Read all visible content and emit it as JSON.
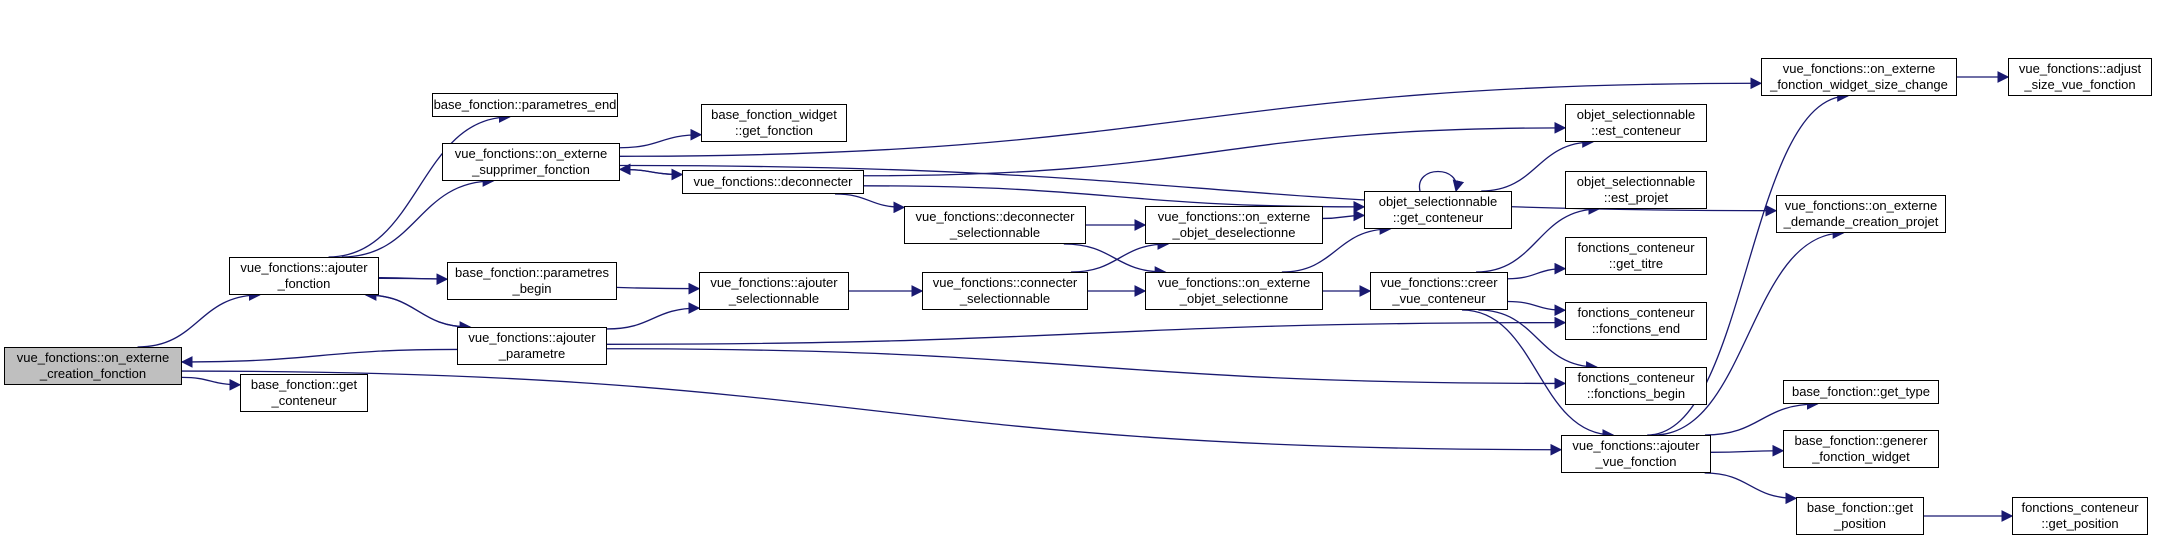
{
  "colors": {
    "edge": "#191970",
    "node_border": "#000000",
    "root_fill": "#bfbfbf",
    "node_fill": "#ffffff"
  },
  "nodes": {
    "n0": {
      "lines": [
        "vue_fonctions::on_externe",
        "_creation_fonction"
      ]
    },
    "n1": {
      "lines": [
        "vue_fonctions::ajouter",
        "_fonction"
      ]
    },
    "n2": {
      "lines": [
        "base_fonction::get",
        "_conteneur"
      ]
    },
    "n3": {
      "lines": [
        "vue_fonctions::ajouter",
        "_vue_fonction"
      ]
    },
    "n4": {
      "lines": [
        "base_fonction::parametres_end"
      ]
    },
    "n5": {
      "lines": [
        "vue_fonctions::on_externe",
        "_supprimer_fonction"
      ]
    },
    "n6": {
      "lines": [
        "base_fonction::parametres",
        "_begin"
      ]
    },
    "n7": {
      "lines": [
        "vue_fonctions::ajouter",
        "_parametre"
      ]
    },
    "n8": {
      "lines": [
        "base_fonction_widget",
        "::get_fonction"
      ]
    },
    "n9": {
      "lines": [
        "vue_fonctions::deconnecter"
      ]
    },
    "n10": {
      "lines": [
        "vue_fonctions::ajouter",
        "_selectionnable"
      ]
    },
    "n11": {
      "lines": [
        "vue_fonctions::deconnecter",
        "_selectionnable"
      ]
    },
    "n12": {
      "lines": [
        "vue_fonctions::connecter",
        "_selectionnable"
      ]
    },
    "n13": {
      "lines": [
        "vue_fonctions::on_externe",
        "_objet_deselectionne"
      ]
    },
    "n14": {
      "lines": [
        "vue_fonctions::on_externe",
        "_objet_selectionne"
      ]
    },
    "n15": {
      "lines": [
        "objet_selectionnable",
        "::get_conteneur"
      ]
    },
    "n16": {
      "lines": [
        "vue_fonctions::creer",
        "_vue_conteneur"
      ]
    },
    "n17": {
      "lines": [
        "objet_selectionnable",
        "::est_conteneur"
      ]
    },
    "n18": {
      "lines": [
        "objet_selectionnable",
        "::est_projet"
      ]
    },
    "n19": {
      "lines": [
        "fonctions_conteneur",
        "::get_titre"
      ]
    },
    "n20": {
      "lines": [
        "fonctions_conteneur",
        "::fonctions_end"
      ]
    },
    "n21": {
      "lines": [
        "fonctions_conteneur",
        "::fonctions_begin"
      ]
    },
    "n22": {
      "lines": [
        "vue_fonctions::on_externe",
        "_fonction_widget_size_change"
      ]
    },
    "n23": {
      "lines": [
        "vue_fonctions::on_externe",
        "_demande_creation_projet"
      ]
    },
    "n24": {
      "lines": [
        "base_fonction::get_type"
      ]
    },
    "n25": {
      "lines": [
        "base_fonction::generer",
        "_fonction_widget"
      ]
    },
    "n26": {
      "lines": [
        "base_fonction::get",
        "_position"
      ]
    },
    "n27": {
      "lines": [
        "vue_fonctions::adjust",
        "_size_vue_fonction"
      ]
    },
    "n28": {
      "lines": [
        "fonctions_conteneur",
        "::get_position"
      ]
    }
  },
  "edges": [
    [
      "n0",
      "n1"
    ],
    [
      "n0",
      "n2"
    ],
    [
      "n0",
      "n3"
    ],
    [
      "n1",
      "n4"
    ],
    [
      "n1",
      "n5"
    ],
    [
      "n1",
      "n6"
    ],
    [
      "n1",
      "n7"
    ],
    [
      "n1",
      "n10"
    ],
    [
      "n7",
      "n0"
    ],
    [
      "n7",
      "n1"
    ],
    [
      "n7",
      "n10"
    ],
    [
      "n7",
      "n20"
    ],
    [
      "n7",
      "n21"
    ],
    [
      "n5",
      "n8"
    ],
    [
      "n5",
      "n9"
    ],
    [
      "n5",
      "n22"
    ],
    [
      "n5",
      "n23"
    ],
    [
      "n9",
      "n5"
    ],
    [
      "n9",
      "n11"
    ],
    [
      "n9",
      "n15"
    ],
    [
      "n9",
      "n17"
    ],
    [
      "n10",
      "n12"
    ],
    [
      "n11",
      "n13"
    ],
    [
      "n11",
      "n14"
    ],
    [
      "n12",
      "n13"
    ],
    [
      "n12",
      "n14"
    ],
    [
      "n13",
      "n15"
    ],
    [
      "n14",
      "n15"
    ],
    [
      "n14",
      "n16"
    ],
    [
      "n15",
      "n15"
    ],
    [
      "n15",
      "n17"
    ],
    [
      "n16",
      "n18"
    ],
    [
      "n16",
      "n19"
    ],
    [
      "n16",
      "n20"
    ],
    [
      "n16",
      "n21"
    ],
    [
      "n16",
      "n3"
    ],
    [
      "n3",
      "n22"
    ],
    [
      "n3",
      "n23"
    ],
    [
      "n3",
      "n24"
    ],
    [
      "n3",
      "n25"
    ],
    [
      "n3",
      "n26"
    ],
    [
      "n22",
      "n27"
    ],
    [
      "n26",
      "n28"
    ]
  ]
}
